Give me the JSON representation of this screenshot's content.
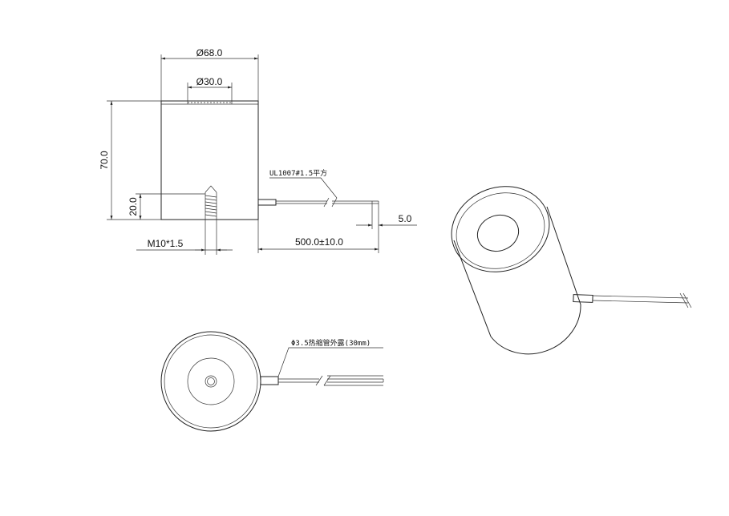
{
  "dimensions": {
    "outer_diameter": "Ø68.0",
    "inner_diameter": "Ø30.0",
    "height": "70.0",
    "thread_depth": "20.0",
    "thread": "M10*1.5",
    "wire_spec": "UL1007#1.5平方",
    "wire_length": "500.0±10.0",
    "strip_length": "5.0",
    "heat_shrink": "Φ3.5热缩管外露(30mm)"
  },
  "colors": {
    "line": "#222222",
    "background": "#ffffff"
  }
}
